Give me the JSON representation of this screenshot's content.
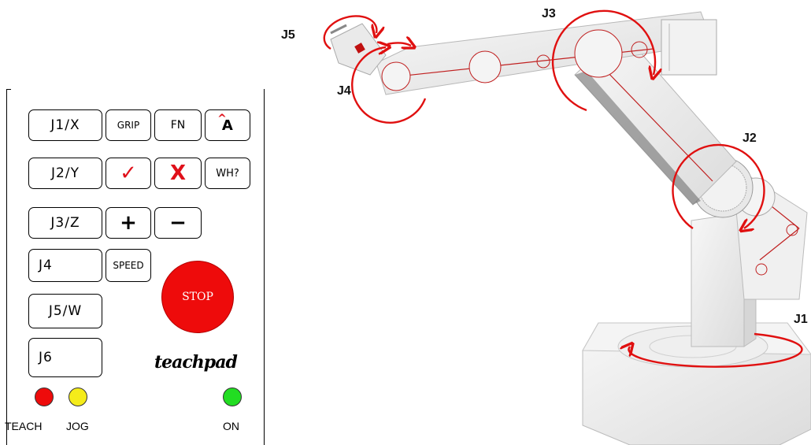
{
  "teachpad": {
    "keys": {
      "j1": "J1/X",
      "grip": "GRIP",
      "fn": "FN",
      "home": "Â",
      "j2": "J2/Y",
      "ok": "✓",
      "cancel": "X",
      "where": "WH?",
      "j3": "J3/Z",
      "plus": "+",
      "minus": "−",
      "j4": "J4",
      "speed": "SPEED",
      "j5": "J5/W",
      "j6": "J6"
    },
    "stop_label": "STOP",
    "brand": "teachpad",
    "leds": [
      {
        "label": "TEACH",
        "color": "#ee0b0b"
      },
      {
        "label": "JOG",
        "color": "#f5ec1a"
      },
      {
        "label": "ON",
        "color": "#22dd22"
      }
    ]
  },
  "robot": {
    "joint_labels": [
      "J1",
      "J2",
      "J3",
      "J4",
      "J5"
    ],
    "arrow_color": "#e01010"
  }
}
